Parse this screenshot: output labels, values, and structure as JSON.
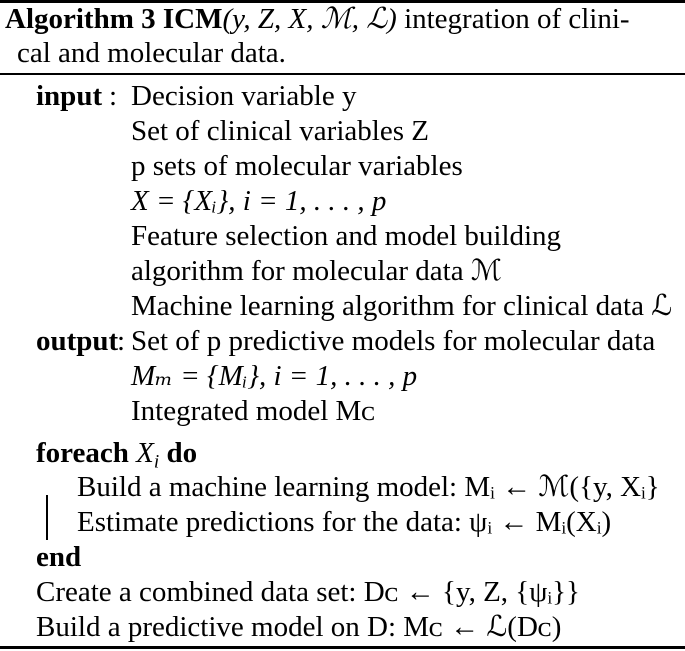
{
  "caption": {
    "label": "Algorithm 3",
    "name": "ICM",
    "args": "(y, Z, X, ℳ, ℒ)",
    "desc_line1": " integration of clini-",
    "desc_line2": "cal and molecular data."
  },
  "input": {
    "keyword": "input",
    "separator": " : ",
    "items": [
      "Decision variable y",
      "Set of clinical variables Z",
      "p sets of molecular variables",
      "X = {Xᵢ}, i = 1, . . . , p",
      "Feature selection and model building",
      "algorithm for molecular data ℳ",
      "Machine learning algorithm for clinical data ℒ"
    ]
  },
  "output": {
    "keyword": "output",
    "separator": ": ",
    "items": [
      "Set of p predictive models for molecular data",
      "Mₘ = {Mᵢ}, i = 1, . . . , p",
      "Integrated model Mᴄ"
    ]
  },
  "loop": {
    "keyword": "foreach",
    "var": "X",
    "var_sub": "i",
    "do": "do",
    "body": [
      "Build a machine learning model: Mᵢ ← ℳ({y, Xᵢ}",
      "Estimate predictions for the data: ψᵢ ← Mᵢ(Xᵢ)"
    ],
    "end": "end"
  },
  "after": [
    "Create a combined data set: Dᴄ ← {y, Z, {ψᵢ}}",
    "Build a predictive model on D: Mᴄ ← ℒ(Dᴄ)"
  ]
}
